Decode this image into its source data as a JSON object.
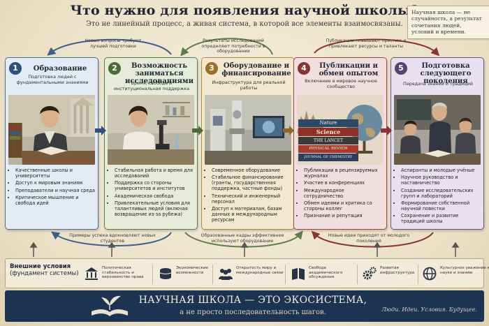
{
  "header": {
    "title": "Что нужно для появления научной школы?",
    "subtitle": "Это не линейный процесс, а живая система, в которой все элементы взаимосвязаны.",
    "note": "Научная школа — не случайность, а результат сочетания людей, условий и времени."
  },
  "top_links": [
    "Новые вопросы требуют лучшей подготовки",
    "Результаты исследований определяют потребности в оборудовании",
    "Публикации повышают престиж и привлекают ресурсы и таланты"
  ],
  "bottom_links": [
    "Примеры успеха вдохновляют новых студентов",
    "Образованные кадры эффективнее используют оборудование",
    "Новые идеи приходят от молодого поколения"
  ],
  "stages": [
    {
      "number": "1",
      "title": "Образование",
      "subtitle": "Подготовка людей с фундаментальными знаниями",
      "items": [
        "Качественные школы и университеты",
        "Доступ к мировым знаниям",
        "Преподаватели и научная среда",
        "Критическое мышление и свобода идей"
      ]
    },
    {
      "number": "2",
      "title": "Возможность заниматься исследованиями",
      "subtitle": "Время, свобода и институциональная поддержка",
      "items": [
        "Стабильная работа и время для исследований",
        "Поддержка со стороны университетов и институтов",
        "Академическая свобода",
        "Привлекательные условия для талантливых людей (включая возвращение из-за рубежа)"
      ]
    },
    {
      "number": "3",
      "title": "Оборудование и финансирование",
      "subtitle": "Инфраструктура для реальной работы",
      "items": [
        "Современное оборудование",
        "Стабильное финансирование (гранты, государственная поддержка, частные фонды)",
        "Технический и инженерный персонал",
        "Доступ к материалам, базам данных и международным ресурсам"
      ]
    },
    {
      "number": "4",
      "title": "Публикации и обмен опытом",
      "subtitle": "Включение в мировое научное сообщество",
      "items": [
        "Публикации в рецензируемых журналах",
        "Участие в конференциях",
        "Международное сотрудничество",
        "Обмен идеями и критика со стороны коллег",
        "Признание и репутация"
      ]
    },
    {
      "number": "5",
      "title": "Подготовка следующего поколения",
      "subtitle": "Передача знаний и традиций",
      "items": [
        "Аспиранты и молодые учёные",
        "Научное руководство и наставничество",
        "Создание исследовательских групп и лабораторий",
        "Формирование собственной научной повестки",
        "Сохранение и развитие традиций школы"
      ]
    }
  ],
  "books": [
    "Nature",
    "Science",
    "THE LANCET",
    "PHYSICAL REVIEW",
    "JOURNAL OF CHEMISTRY"
  ],
  "external": {
    "title": "Внешние условия",
    "title_sub": "(фундамент системы)",
    "items": [
      {
        "icon": "building-columns-icon",
        "label": "Политическая стабильность и верховенство права"
      },
      {
        "icon": "coins-icon",
        "label": "Экономические возможности"
      },
      {
        "icon": "people-icon",
        "label": "Открытость миру и международные связи"
      },
      {
        "icon": "books-icon",
        "label": "Свобода академического обсуждения"
      },
      {
        "icon": "gears-icon",
        "label": "Развитая инфраструктура"
      },
      {
        "icon": "globe-icon",
        "label": "Культурное уважение к науке и знанию"
      }
    ]
  },
  "footer": {
    "main": "НАУЧНАЯ ШКОЛА — ЭТО ЭКОСИСТЕМА,",
    "sub": "а не просто последовательность шагов.",
    "tagline": "Люди. Идеи. Условия. Будущее."
  },
  "colors": {
    "stage1": "#4f6f9a",
    "stage2": "#5f7d47",
    "stage3": "#b08b3e",
    "stage4": "#9b4a4a",
    "stage5": "#6a5585",
    "footer": "#1c3452"
  }
}
